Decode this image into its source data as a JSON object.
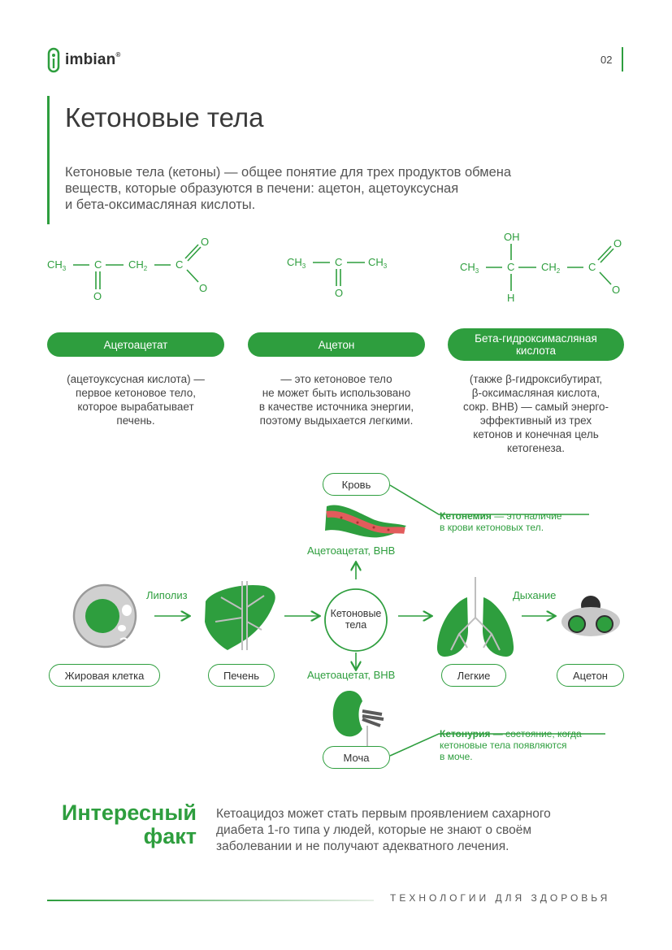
{
  "header": {
    "brand": "imbian",
    "brand_mark": "®",
    "page_number": "02"
  },
  "title": "Кетоновые тела",
  "intro_lines": [
    "Кетоновые тела (кетоны) — общее понятие для трех продуктов обмена",
    "веществ, которые образуются в печени: ацетон, ацетоуксусная",
    "и бета-оксимасляная кислоты."
  ],
  "formulas": {
    "acetoacetate": {
      "ch3": "CH",
      "sub3": "3",
      "c": "C",
      "ch2": "CH",
      "sub2": "2",
      "o": "O"
    },
    "acetone": {
      "ch3": "CH",
      "sub3": "3",
      "c": "C",
      "o": "O"
    },
    "bhb": {
      "oh": "OH",
      "h": "H",
      "ch3": "CH",
      "sub3": "3",
      "c": "C",
      "ch2": "CH",
      "sub2": "2",
      "o": "O"
    }
  },
  "compounds": [
    {
      "label": "Ацетоацетат",
      "desc": [
        "(ацетоуксусная кислота) —",
        "первое кетоновое тело,",
        "которое вырабатывает",
        "печень."
      ]
    },
    {
      "label": "Ацетон",
      "desc": [
        "— это кетоновое тело",
        "не может быть использовано",
        "в качестве источника энергии,",
        "поэтому выдыхается легкими."
      ]
    },
    {
      "label_lines": [
        "Бета-гидроксимасляная",
        "кислота"
      ],
      "desc": [
        "(также β-гидроксибутират,",
        "β-оксимасляная кислота,",
        "сокр. BHB) — самый энерго-",
        "эффективный из трех",
        "кетонов и конечная цель",
        "кетогенеза."
      ]
    }
  ],
  "flow": {
    "fat_cell": "Жировая клетка",
    "liver": "Печень",
    "ketones_lines": [
      "Кетоновые",
      "тела"
    ],
    "lungs": "Легкие",
    "acetone": "Ацетон",
    "blood": "Кровь",
    "urine": "Моча",
    "lipolysis": "Липолиз",
    "breathing": "Дыхание",
    "up_label": "Ацетоацетат, BHB",
    "down_label": "Ацетоацетат, BHB",
    "ketonemia_term": "Кетонемия",
    "ketonemia_lines": [
      " — это наличие",
      "в крови кетоновых тел."
    ],
    "ketonuria_term": "Кетонурия",
    "ketonuria_lines": [
      " — состояние, когда",
      "кетоновые тела появляются",
      "в моче."
    ]
  },
  "fact": {
    "title_lines": [
      "Интересный",
      "факт"
    ],
    "text_lines": [
      "Кетоацидоз может стать первым проявлением сахарного",
      "диабета 1-го типа у людей, которые не знают о своём",
      "заболевании и не получают адекватного лечения."
    ]
  },
  "footer": "ТЕХНОЛОГИИ ДЛЯ ЗДОРОВЬЯ",
  "colors": {
    "accent": "#2e9e3e",
    "text": "#555555",
    "gray": "#b5b5b5"
  },
  "icons": [
    "logo-icon",
    "fat-cell-icon",
    "liver-icon",
    "lungs-icon",
    "nose-icon",
    "blood-vessel-icon",
    "kidney-icon"
  ]
}
